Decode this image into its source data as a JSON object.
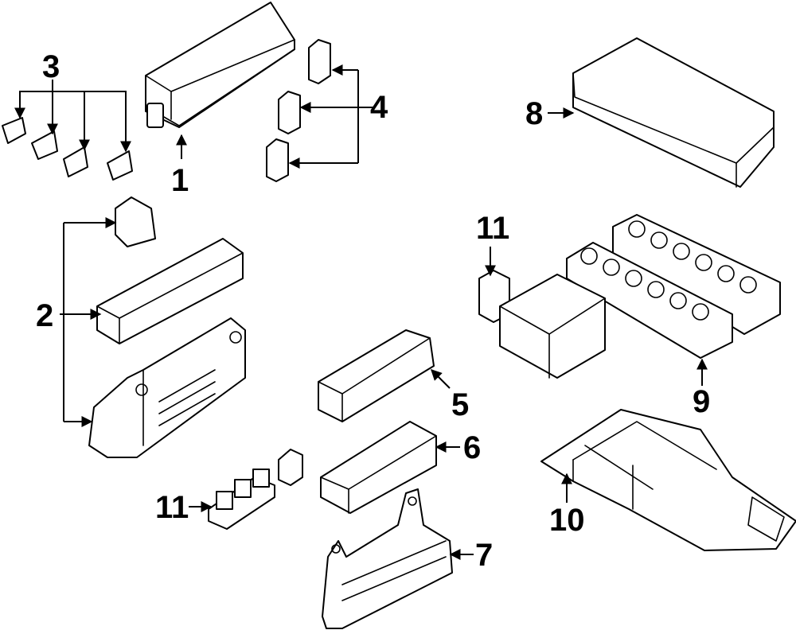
{
  "callouts": {
    "c1": "1",
    "c2": "2",
    "c3": "3",
    "c4": "4",
    "c5": "5",
    "c6": "6",
    "c7": "7",
    "c8": "8",
    "c9": "9",
    "c10": "10",
    "c11_left": "11",
    "c11_right": "11"
  },
  "colors": {
    "line": "#000000",
    "background": "#ffffff"
  }
}
